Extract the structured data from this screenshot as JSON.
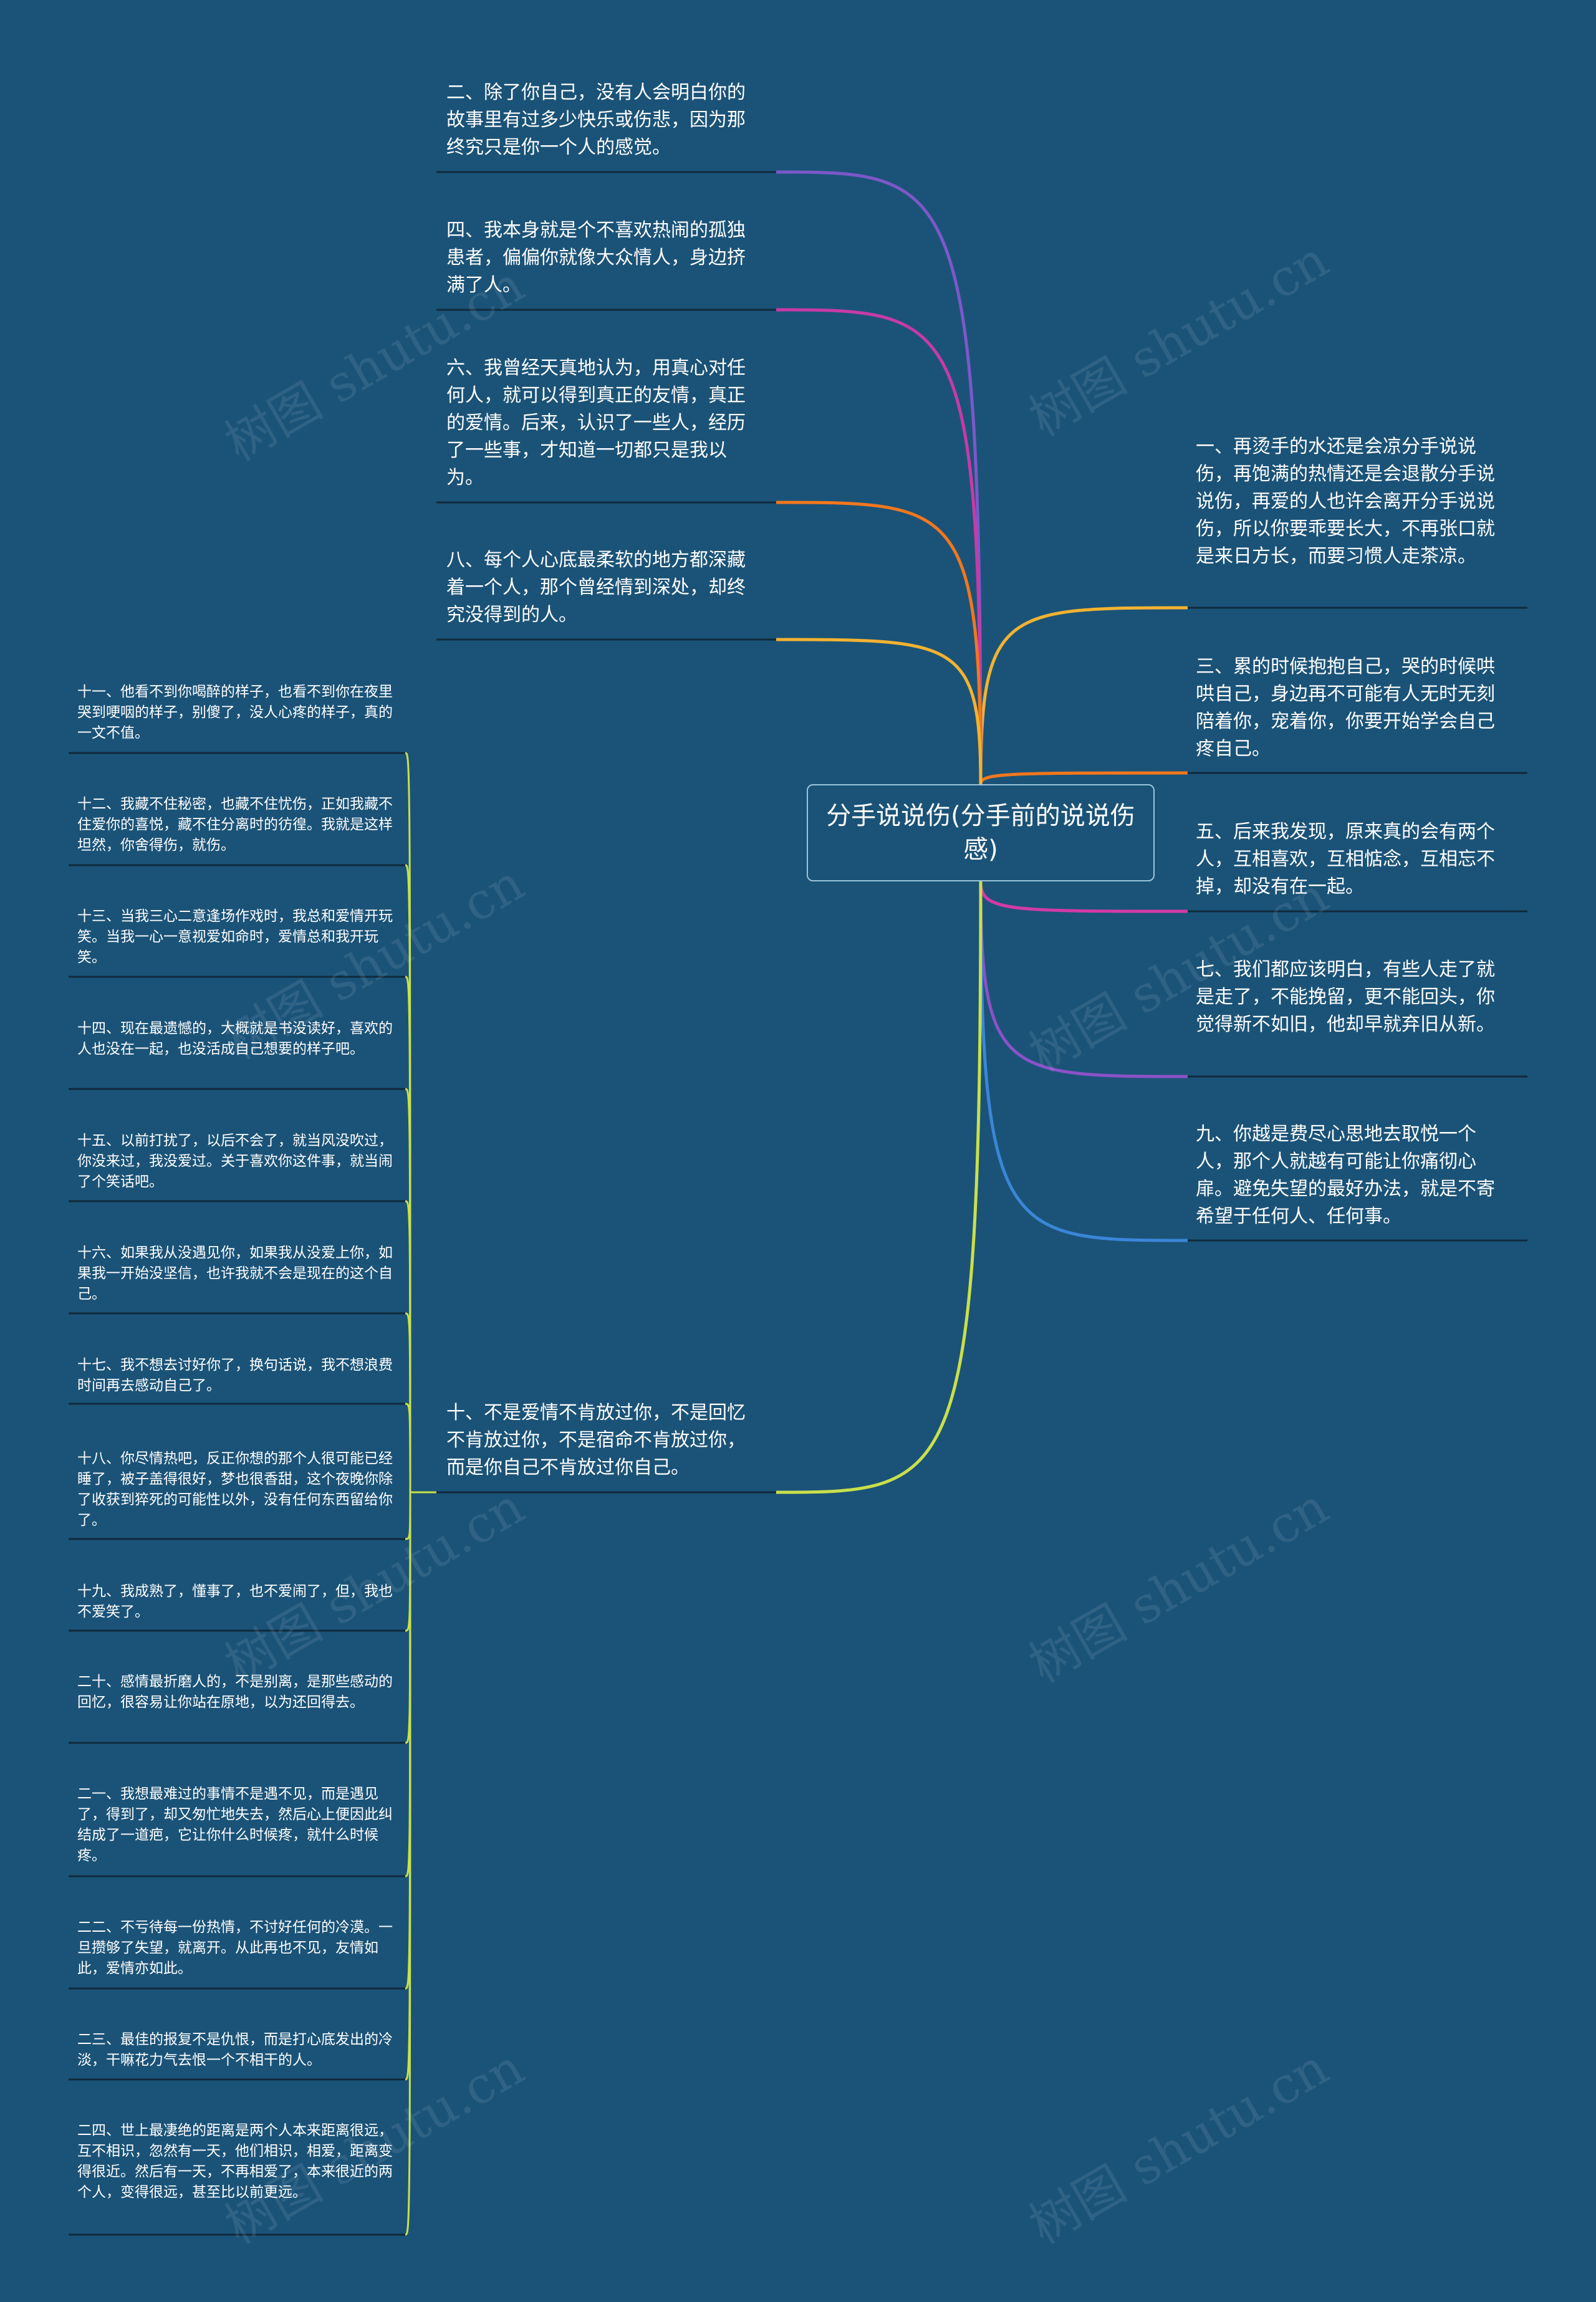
{
  "center": "分手说说伤(分手前的说说伤感)",
  "watermark": "树图 shutu.cn",
  "right": [
    {
      "id": "r1",
      "text": "一、再烫手的水还是会凉分手说说伤，再饱满的热情还是会退散分手说说伤，再爱的人也许会离开分手说说伤，所以你要乖要长大，不再张口就是来日方长，而要习惯人走茶凉。",
      "color": "#f2b330"
    },
    {
      "id": "r2",
      "text": "三、累的时候抱抱自己，哭的时候哄哄自己，身边再不可能有人无时无刻陪着你，宠着你，你要开始学会自己疼自己。",
      "color": "#f2771e"
    },
    {
      "id": "r3",
      "text": "五、后来我发现，原来真的会有两个人，互相喜欢，互相惦念，互相忘不掉，却没有在一起。",
      "color": "#d43aa5"
    },
    {
      "id": "r4",
      "text": "七、我们都应该明白，有些人走了就是走了，不能挽留，更不能回头，你觉得新不如旧，他却早就弃旧从新。",
      "color": "#8a52c8"
    },
    {
      "id": "r5",
      "text": "九、你越是费尽心思地去取悦一个人，那个人就越有可能让你痛彻心扉。避免失望的最好办法，就是不寄希望于任何人、任何事。",
      "color": "#3a86d8"
    }
  ],
  "left": [
    {
      "id": "l1",
      "text": "二、除了你自己，没有人会明白你的故事里有过多少快乐或伤悲，因为那终究只是你一个人的感觉。",
      "color": "#7c58c9"
    },
    {
      "id": "l2",
      "text": "四、我本身就是个不喜欢热闹的孤独患者，偏偏你就像大众情人，身边挤满了人。",
      "color": "#c83aa8"
    },
    {
      "id": "l3",
      "text": "六、我曾经天真地认为，用真心对任何人，就可以得到真正的友情，真正的爱情。后来，认识了一些人，经历了一些事，才知道一切都只是我以为。",
      "color": "#f2771e"
    },
    {
      "id": "l4",
      "text": "八、每个人心底最柔软的地方都深藏着一个人，那个曾经情到深处，却终究没得到的人。",
      "color": "#f2b330"
    },
    {
      "id": "l5",
      "text": "十、不是爱情不肯放过你，不是回忆不肯放过你，不是宿命不肯放过你，而是你自己不肯放过你自己。",
      "color": "#c9e04a"
    }
  ],
  "sub": {
    "color": "#c9e04a",
    "items": [
      {
        "id": "s1",
        "text": "十一、他看不到你喝醉的样子，也看不到你在夜里哭到哽咽的样子，别傻了，没人心疼的样子，真的一文不值。"
      },
      {
        "id": "s2",
        "text": "十二、我藏不住秘密，也藏不住忧伤，正如我藏不住爱你的喜悦，藏不住分离时的彷徨。我就是这样坦然，你舍得伤，就伤。"
      },
      {
        "id": "s3",
        "text": "十三、当我三心二意逢场作戏时，我总和爱情开玩笑。当我一心一意视爱如命时，爱情总和我开玩笑。"
      },
      {
        "id": "s4",
        "text": "十四、现在最遗憾的，大概就是书没读好，喜欢的人也没在一起，也没活成自己想要的样子吧。"
      },
      {
        "id": "s5",
        "text": "十五、以前打扰了，以后不会了，就当风没吹过，你没来过，我没爱过。关于喜欢你这件事，就当闹了个笑话吧。"
      },
      {
        "id": "s6",
        "text": "十六、如果我从没遇见你，如果我从没爱上你，如果我一开始没坚信，也许我就不会是现在的这个自己。"
      },
      {
        "id": "s7",
        "text": "十七、我不想去讨好你了，换句话说，我不想浪费时间再去感动自己了。"
      },
      {
        "id": "s8",
        "text": "十八、你尽情热吧，反正你想的那个人很可能已经睡了，被子盖得很好，梦也很香甜，这个夜晚你除了收获到猝死的可能性以外，没有任何东西留给你了。"
      },
      {
        "id": "s9",
        "text": "十九、我成熟了，懂事了，也不爱闹了，但，我也不爱笑了。"
      },
      {
        "id": "s10",
        "text": "二十、感情最折磨人的，不是别离，是那些感动的回忆，很容易让你站在原地，以为还回得去。"
      },
      {
        "id": "s11",
        "text": "二一、我想最难过的事情不是遇不见，而是遇见了，得到了，却又匆忙地失去，然后心上便因此纠结成了一道疤，它让你什么时候疼，就什么时候疼。"
      },
      {
        "id": "s12",
        "text": "二二、不亏待每一份热情，不讨好任何的冷漠。一旦攒够了失望，就离开。从此再也不见，友情如此，爱情亦如此。"
      },
      {
        "id": "s13",
        "text": "二三、最佳的报复不是仇恨，而是打心底发出的冷淡，干嘛花力气去恨一个不相干的人。"
      },
      {
        "id": "s14",
        "text": "二四、世上最凄绝的距离是两个人本来距离很远，互不相识，忽然有一天，他们相识，相爱，距离变得很近。然后有一天，不再相爱了，本来很近的两个人，变得很远，甚至比以前更远。"
      }
    ]
  }
}
